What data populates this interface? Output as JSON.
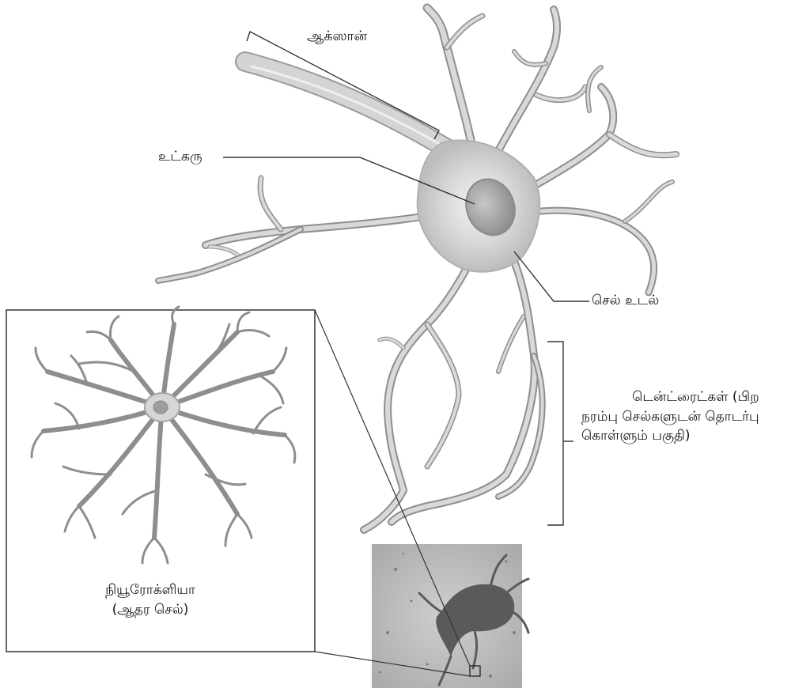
{
  "labels": {
    "axon": "ஆக்ஸான்",
    "nucleus": "உட்கரு",
    "cell_body": "செல் உடல்",
    "dendrites": [
      "டென்ட்ரைட்கள்   (பிற",
      "நரம்பு செல்களுடன் தொடர்பு",
      "கொள்ளும் பகுதி)"
    ],
    "neuroglia": [
      "நியூரோக்ளியா",
      "(ஆதர செல்)"
    ]
  },
  "colors": {
    "neuron_fill": "#d8d8d8",
    "neuron_shade": "#9a9a9a",
    "nucleus_fill": "#a8a8a8",
    "line": "#333333",
    "micrograph": "#b9b9b9"
  }
}
